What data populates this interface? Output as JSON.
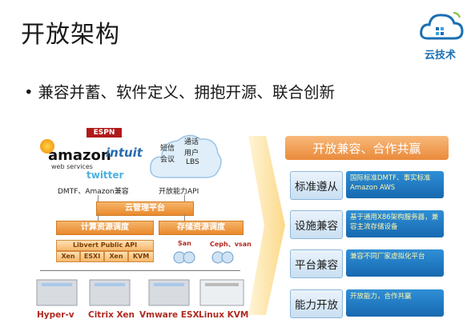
{
  "slide": {
    "title": "开放架构",
    "bullet": "兼容并蓄、软件定义、拥抱开源、联合创新",
    "logo_text": "云技术"
  },
  "left_diagram": {
    "brand_logos": [
      "ESPN",
      "amazon",
      "web services",
      "intuit",
      "twitter"
    ],
    "cloud_services": [
      "短信",
      "会议",
      "通话",
      "用户",
      "LBS"
    ],
    "dmtf_label": "DMTF、Amazon兼容",
    "api_label": "开放能力API",
    "cloud_platform": "云管理平台",
    "compute_schedule": "计算资源调度",
    "storage_schedule": "存储资源调度",
    "libvirt": "Libvert Public API",
    "hypervisor_boxes": [
      "Xen",
      "ESXI",
      "Xen",
      "KVM"
    ],
    "san": "San",
    "ceph": "Ceph、vsan",
    "hypervisors": [
      "Hyper-v",
      "Citrix Xen",
      "Vmware ESX",
      "Linux KVM"
    ]
  },
  "right_panel": {
    "header": "开放兼容、合作共赢",
    "rows": [
      {
        "label": "标准遵从",
        "desc": "国际标准DMTF、事实标准Amazon AWS"
      },
      {
        "label": "设施兼容",
        "desc": "基于通用X86架构服务器，兼容主流存储设备"
      },
      {
        "label": "平台兼容",
        "desc": "兼容不同厂家虚拟化平台"
      },
      {
        "label": "能力开放",
        "desc": "开放能力，合作共赢"
      }
    ]
  }
}
